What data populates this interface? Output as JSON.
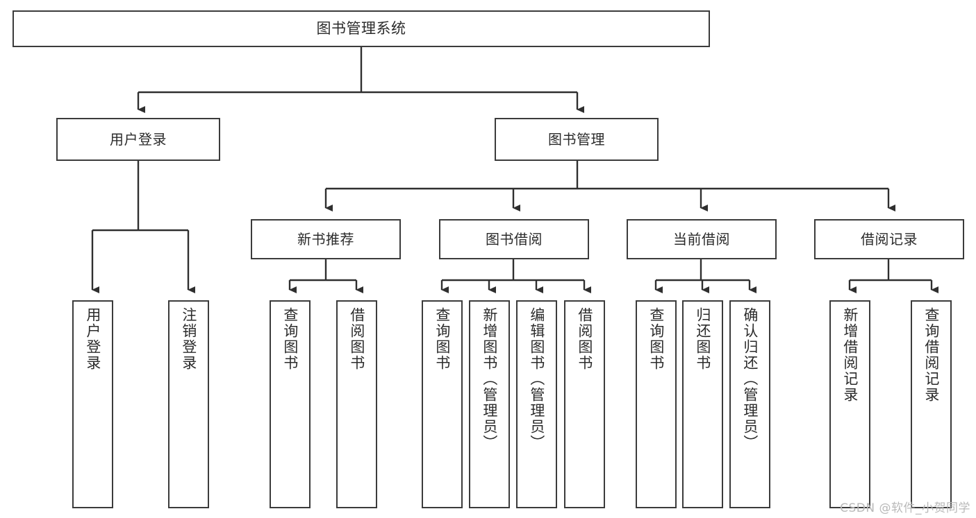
{
  "diagram": {
    "type": "tree-hierarchy",
    "title": "图书管理系统",
    "root": {
      "label": "图书管理系统"
    },
    "level2": [
      {
        "id": "user-login",
        "label": "用户登录"
      },
      {
        "id": "book-management",
        "label": "图书管理"
      }
    ],
    "level3": [
      {
        "id": "new-book-recommend",
        "label": "新书推荐"
      },
      {
        "id": "book-borrow",
        "label": "图书借阅"
      },
      {
        "id": "current-borrow",
        "label": "当前借阅"
      },
      {
        "id": "borrow-record",
        "label": "借阅记录"
      }
    ],
    "leaves": {
      "user_login": [
        {
          "id": "leaf-user-login",
          "label": "用户登录"
        },
        {
          "id": "leaf-user-logout",
          "label": "注销登录"
        }
      ],
      "new_book_recommend": [
        {
          "id": "leaf-query-book-1",
          "label": "查询图书"
        },
        {
          "id": "leaf-borrow-book-1",
          "label": "借阅图书"
        }
      ],
      "book_borrow": [
        {
          "id": "leaf-query-book-2",
          "label": "查询图书"
        },
        {
          "id": "leaf-add-book",
          "label": "新增图书（管理员）"
        },
        {
          "id": "leaf-edit-book",
          "label": "编辑图书（管理员）"
        },
        {
          "id": "leaf-borrow-book-2",
          "label": "借阅图书"
        }
      ],
      "current_borrow": [
        {
          "id": "leaf-query-book-3",
          "label": "查询图书"
        },
        {
          "id": "leaf-return-book",
          "label": "归还图书"
        },
        {
          "id": "leaf-confirm-return",
          "label": "确认归还（管理员）"
        }
      ],
      "borrow_record": [
        {
          "id": "leaf-add-record",
          "label": "新增借阅记录"
        },
        {
          "id": "leaf-query-record",
          "label": "查询借阅记录"
        }
      ]
    }
  },
  "watermark": {
    "text": "CSDN @软件_小贺同学"
  },
  "colors": {
    "border": "#3b3b3b",
    "text": "#2b2b2b",
    "background": "#ffffff",
    "connector": "#2f2f2f",
    "watermark": "#b9b9b9"
  }
}
